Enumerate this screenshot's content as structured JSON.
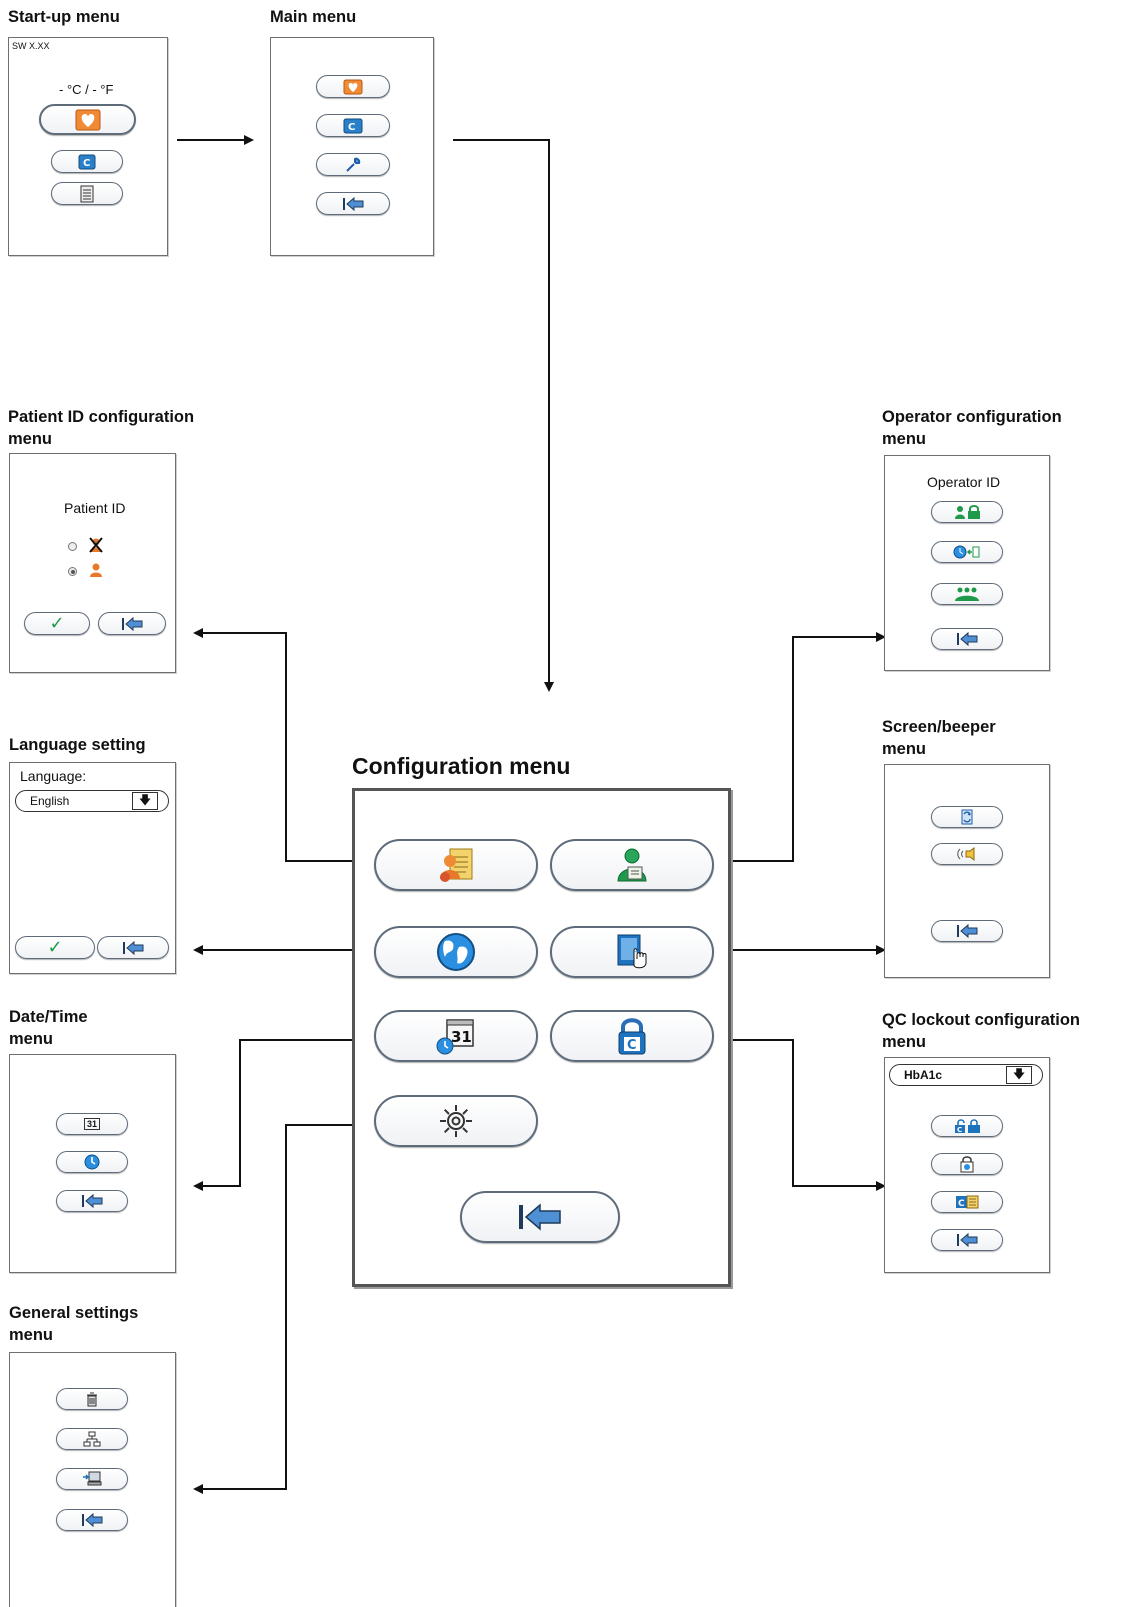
{
  "startup": {
    "title": "Start-up menu",
    "version": "SW X.XX",
    "temp": "- °C /  - °F",
    "icons": [
      "patient-test-icon",
      "control-test-icon",
      "memory-icon"
    ]
  },
  "main": {
    "title": "Main menu",
    "icons": [
      "patient-test-icon",
      "control-test-icon",
      "wrench-icon",
      "back-icon"
    ]
  },
  "patient": {
    "title_l1": "Patient ID configuration",
    "title_l2": "menu",
    "label": "Patient ID",
    "options": [
      {
        "icon": "no-patient-id-icon",
        "selected": false
      },
      {
        "icon": "patient-id-icon",
        "selected": true
      }
    ],
    "buttons": [
      "confirm-icon",
      "back-icon"
    ],
    "confirm_glyph": "✓"
  },
  "language": {
    "title": "Language setting",
    "label": "Language:",
    "value": "English",
    "dropdown_glyph": "🡇",
    "buttons": [
      "confirm-icon",
      "back-icon"
    ],
    "confirm_glyph": "✓"
  },
  "datetime": {
    "title_l1": "Date/Time",
    "title_l2": "menu",
    "calendar_day": "31",
    "icons": [
      "calendar-icon",
      "clock-icon",
      "back-icon"
    ]
  },
  "general": {
    "title_l1": "General settings",
    "title_l2": "menu",
    "icons": [
      "trash-icon",
      "network-icon",
      "data-transfer-icon",
      "back-icon"
    ]
  },
  "config": {
    "title": "Configuration menu",
    "calendar_day": "31",
    "qc_letter": "C",
    "icons": [
      "patient-config-icon",
      "operator-config-icon",
      "language-globe-icon",
      "screen-touch-icon",
      "date-time-icon",
      "qc-lock-icon",
      "settings-gear-icon",
      "back-icon"
    ]
  },
  "operator": {
    "title_l1": "Operator configuration",
    "title_l2": "menu",
    "label": "Operator ID",
    "icons": [
      "operator-lock-icon",
      "operator-timeout-icon",
      "operator-list-icon",
      "back-icon"
    ]
  },
  "screen": {
    "title_l1": "Screen/beeper",
    "title_l2": "menu",
    "icons": [
      "screen-rotate-icon",
      "beeper-icon",
      "back-icon"
    ]
  },
  "qc": {
    "title_l1": "QC lockout configuration",
    "title_l2": "menu",
    "dropdown_value": "HbA1c",
    "dropdown_glyph": "🡇",
    "qc_letter": "C",
    "icons": [
      "qc-lockout-icon",
      "qc-timer-lock-icon",
      "qc-list-icon",
      "back-icon"
    ]
  },
  "colors": {
    "orange": "#e8782a",
    "blue": "#1e73be",
    "green": "#1f9a4a",
    "grey_border": "#5d6b7a"
  }
}
